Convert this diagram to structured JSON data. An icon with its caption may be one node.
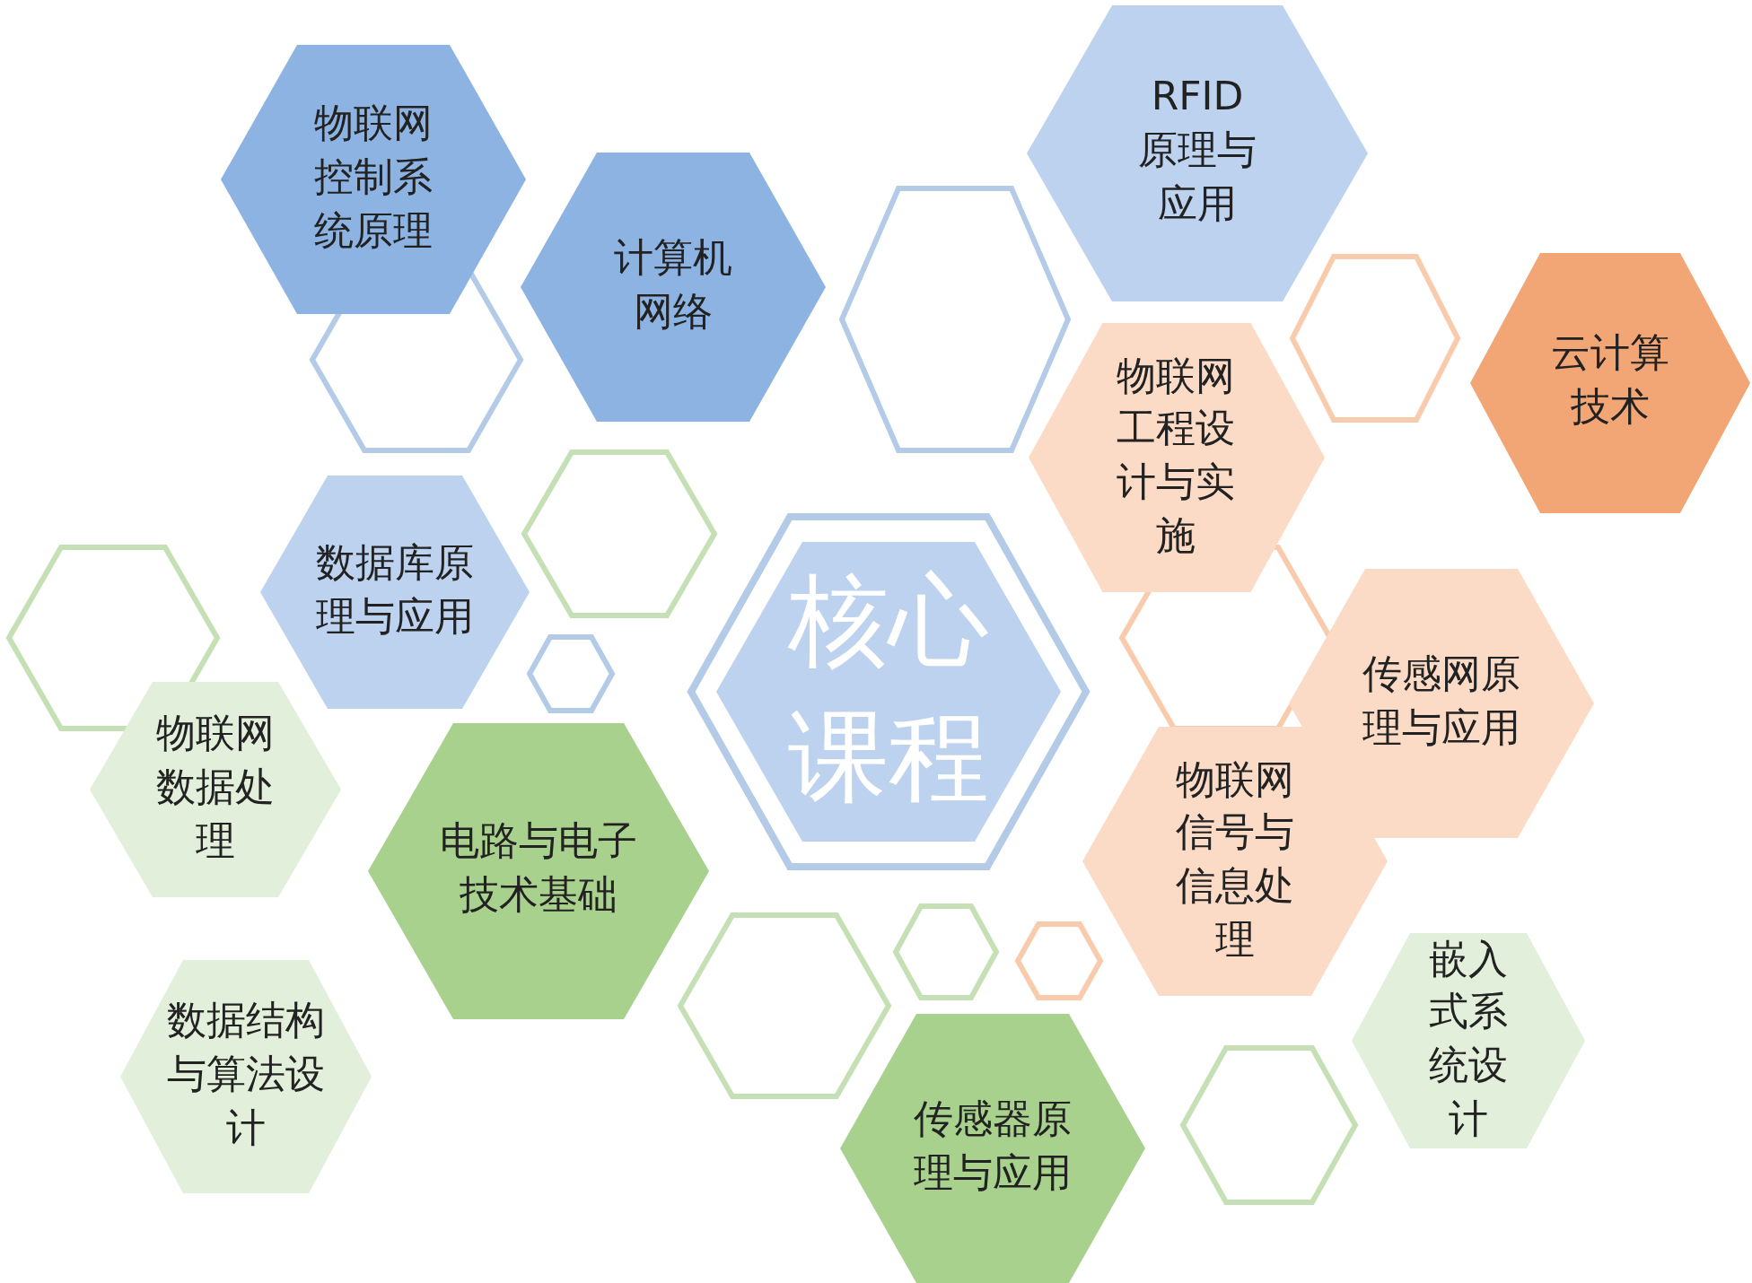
{
  "diagram": {
    "nodes": [
      {
        "text": [
          "物联网控制系统原理"
        ]
      },
      {
        "text": [
          "RFID原理与应用"
        ]
      },
      {
        "text": [
          "计算机网络"
        ]
      },
      {
        "text": [],
        "shape": "hexagon"
      },
      {
        "text": [],
        "shape": "hexagon"
      },
      {
        "text": [],
        "shape": "hexagon"
      },
      {
        "text": [
          "云计算技术"
        ]
      },
      {
        "text": [
          "物联网工程设计与实施"
        ]
      },
      {
        "text": [],
        "shape": "hexagon"
      },
      {
        "text": [
          "数据库原理与应用"
        ]
      },
      {
        "text": [],
        "shape": "hexagon"
      },
      {
        "text": [],
        "shape": "hexagon"
      },
      {
        "text": [],
        "shape": "hexagon"
      },
      {
        "text": [
          "核心课程"
        ]
      },
      {
        "text": [
          "传感网原理与应用"
        ]
      },
      {
        "text": [
          "物联网数据处理"
        ]
      },
      {
        "text": [
          "电路与电子技术基础"
        ]
      },
      {
        "text": [
          "物联网信号与信息处理"
        ]
      },
      {
        "text": [],
        "shape": "hexagon"
      },
      {
        "text": [],
        "shape": "hexagon"
      },
      {
        "text": [],
        "shape": "hexagon"
      },
      {
        "text": [
          "嵌入式系统设计"
        ]
      },
      {
        "text": [
          "数据结构与算法设计"
        ]
      },
      {
        "text": [],
        "shape": "hexagon"
      },
      {
        "text": [
          "传感器原理与应用"
        ]
      }
    ]
  }
}
